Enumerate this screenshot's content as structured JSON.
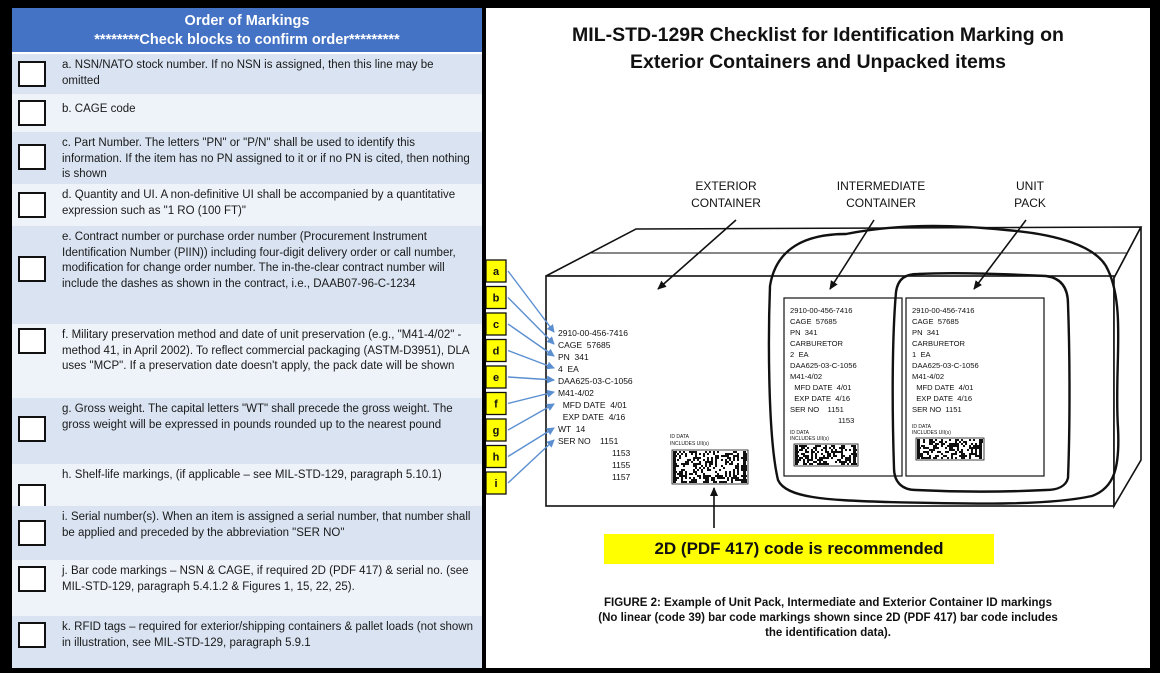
{
  "left_panel": {
    "header_line1": "Order of Markings",
    "header_line2": "********Check  blocks to confirm order*********",
    "items": [
      {
        "text": "a.  NSN/NATO stock number.  If no NSN is assigned, then this line may be omitted"
      },
      {
        "text": "b. CAGE code"
      },
      {
        "text": "c. Part Number. The letters \"PN\" or \"P/N\" shall be used to identify this information.  If the item has no PN assigned to it or if no PN  is cited, then nothing is shown"
      },
      {
        "text": "d. Quantity and UI. A non-definitive UI shall be accompanied by a quantitative expression such as \"1 RO (100 FT)\""
      },
      {
        "text": "e. Contract number or purchase order number (Procurement Instrument Identification Number (PIIN)) including four-digit delivery order or call number, modification for change order number. The in-the-clear contract number will include the dashes as shown in the contract, i.e., DAAB07-96-C-1234"
      },
      {
        "text": "f. Military preservation method and date of unit preservation (e.g., \"M41-4/02\" - method 41, in April 2002).  To reflect commercial packaging (ASTM-D3951), DLA uses \"MCP\". If a preservation date doesn't apply, the  pack date will be shown"
      },
      {
        "text": "g.  Gross weight. The capital letters \"WT\" shall precede the gross weight.  The gross weight will be  expressed in pounds rounded up to the nearest pound"
      },
      {
        "text": "h. Shelf-life markings, (if applicable – see MIL-STD-129, paragraph 5.10.1)"
      },
      {
        "text": "i. Serial number(s). When an item is assigned a serial number, that number shall be applied and preceded by the abbreviation \"SER NO\""
      },
      {
        "text": "j. Bar code markings – NSN & CAGE, if required 2D (PDF 417) & serial  no. (see MIL-STD-129, paragraph 5.4.1.2 & Figures 1, 15, 22, 25)."
      },
      {
        "text": "k. RFID tags – required for exterior/shipping containers & pallet loads (not shown in illustration, see MIL-STD-129, paragraph 5.9.1"
      }
    ]
  },
  "right_panel": {
    "title_line1": "MIL-STD-129R Checklist for Identification Marking on",
    "title_line2": "Exterior Containers and Unpacked  items",
    "labels": {
      "exterior_1": "EXTERIOR",
      "exterior_2": "CONTAINER",
      "intermediate_1": "INTERMEDIATE",
      "intermediate_2": "CONTAINER",
      "unit_1": "UNIT",
      "unit_2": "PACK"
    },
    "letters": [
      "a",
      "b",
      "c",
      "d",
      "e",
      "f",
      "g",
      "h",
      "i"
    ],
    "exterior_marking": {
      "lines": [
        "2910-00-456-7416",
        "CAGE  57685",
        "PN  341",
        "4  EA",
        "DAA625-03-C-1056",
        "M41-4/02",
        "  MFD DATE  4/01",
        "  EXP DATE  4/16",
        "WT  14",
        "SER NO    1151"
      ],
      "serials": [
        "1153",
        "1155",
        "1157"
      ],
      "id_data_1": "ID DATA",
      "id_data_2": "INCLUDES UII(s)"
    },
    "intermediate_marking": {
      "lines": [
        "2910-00-456-7416",
        "CAGE  57685",
        "PN  341",
        "CARBURETOR",
        "2  EA",
        "DAA625-03-C-1056",
        "M41-4/02",
        "  MFD DATE  4/01",
        "  EXP DATE  4/16",
        "SER NO    1151"
      ],
      "serials": [
        "1153"
      ],
      "id_data_1": "ID DATA",
      "id_data_2": "INCLUDES UII(s)"
    },
    "unit_marking": {
      "lines": [
        "2910-00-456-7416",
        "CAGE  57685",
        "PN  341",
        "CARBURETOR",
        "1  EA",
        "DAA625-03-C-1056",
        "M41-4/02",
        "  MFD DATE  4/01",
        "  EXP DATE  4/16",
        "SER NO  1151"
      ],
      "id_data_1": "ID DATA",
      "id_data_2": "INCLUDES UII(s)"
    },
    "recommend": "2D (PDF 417) code is recommended",
    "caption_line1": "FIGURE 2: Example of Unit Pack, Intermediate and Exterior Container ID markings",
    "caption_line2": "(No linear (code 39) bar code markings shown since 2D (PDF 417) bar code includes",
    "caption_line3": "the identification data)."
  },
  "colors": {
    "header_blue": "#4472c4",
    "row_dark": "#d9e3f1",
    "row_light": "#eef2f9",
    "highlight_yellow": "#ffff00",
    "arrow_blue": "#5b8fd0"
  }
}
